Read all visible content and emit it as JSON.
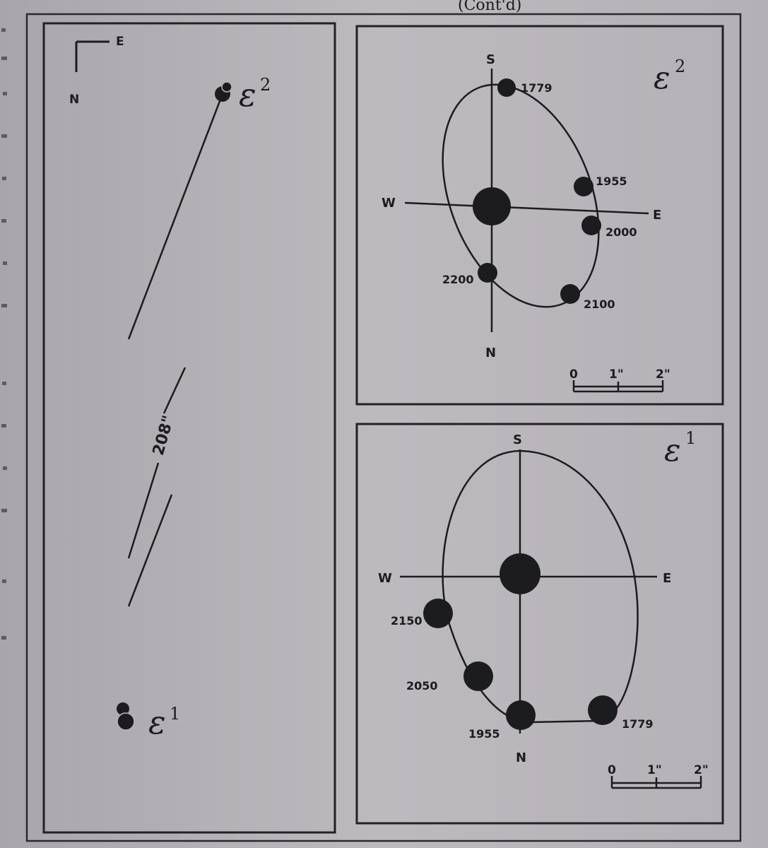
{
  "header": {
    "title_fragment": "(Cont'd)"
  },
  "left_panel": {
    "compass": {
      "east": "E",
      "north": "N"
    },
    "star_top": {
      "symbol": "ε",
      "superscript": "2"
    },
    "star_bottom": {
      "symbol": "ε",
      "superscript": "1"
    },
    "separation": "208\""
  },
  "orbit_e2": {
    "label": "ε",
    "label_sup": "2",
    "directions": {
      "south": "S",
      "north": "N",
      "west": "W",
      "east": "E"
    },
    "epochs": [
      "1779",
      "1955",
      "2000",
      "2100",
      "2200"
    ],
    "scale": {
      "ticks": [
        "0",
        "1\"",
        "2\""
      ]
    }
  },
  "orbit_e1": {
    "label": "ε",
    "label_sup": "1",
    "directions": {
      "south": "S",
      "north": "N",
      "west": "W",
      "east": "E"
    },
    "epochs": [
      "2150",
      "2050",
      "1955",
      "1779"
    ],
    "scale": {
      "ticks": [
        "0",
        "1\"",
        "2\""
      ]
    }
  },
  "colors": {
    "ink": "#1c1c1f",
    "paper": "#b9b6bb"
  }
}
